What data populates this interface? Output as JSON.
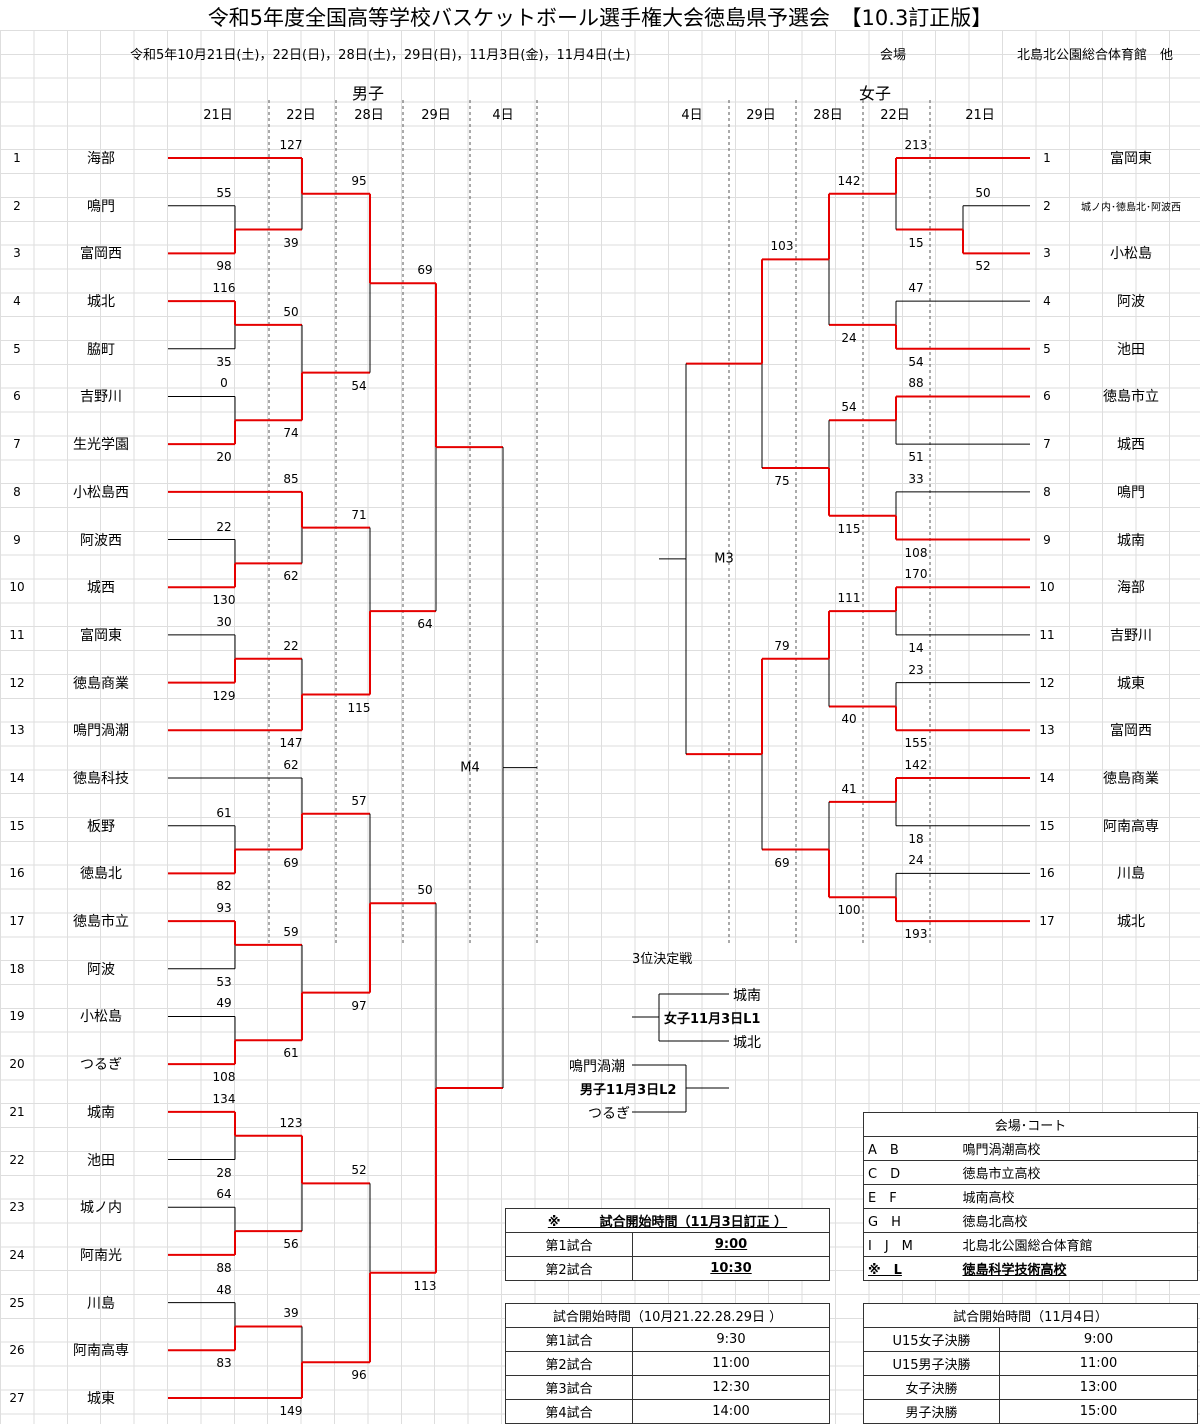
{
  "title": "令和5年度全国高等学校バスケットボール選手権大会徳島県予選会　【10.3訂正版】",
  "dates": "令和5年10月21日(土)，22日(日)，28日(土)，29日(日)，11月3日(金)，11月4日(土)",
  "venue_label": "会場",
  "venue_value": "北島北公園総合体育館　他",
  "colors": {
    "winner": "#e60000",
    "line": "#000000"
  },
  "men": {
    "label": "男子",
    "days": [
      "21日",
      "22日",
      "28日",
      "29日",
      "4日"
    ],
    "teams": [
      "海部",
      "鳴門",
      "富岡西",
      "城北",
      "脇町",
      "吉野川",
      "生光学園",
      "小松島西",
      "阿波西",
      "城西",
      "富岡東",
      "徳島商業",
      "鳴門渦潮",
      "徳島科技",
      "板野",
      "徳島北",
      "徳島市立",
      "阿波",
      "小松島",
      "つるぎ",
      "城南",
      "池田",
      "城ノ内",
      "阿南光",
      "川島",
      "阿南高専",
      "城東"
    ],
    "final_label": "M4",
    "bracket": {
      "r": 5,
      "m": [
        {
          "r": 4,
          "m": [
            {
              "r": 3,
              "m": [
                {
                  "r": 2,
                  "m": [
                    {
                      "t": 1
                    },
                    {
                      "r": 1,
                      "m": [
                        {
                          "t": 2
                        },
                        {
                          "t": 3
                        }
                      ],
                      "s": [
                        55,
                        98
                      ]
                    }
                  ],
                  "s": [
                    127,
                    39
                  ]
                },
                {
                  "r": 2,
                  "m": [
                    {
                      "r": 1,
                      "m": [
                        {
                          "t": 4
                        },
                        {
                          "t": 5
                        }
                      ],
                      "s": [
                        116,
                        35
                      ]
                    },
                    {
                      "r": 1,
                      "m": [
                        {
                          "t": 6
                        },
                        {
                          "t": 7
                        }
                      ],
                      "s": [
                        0,
                        20
                      ]
                    }
                  ],
                  "s": [
                    50,
                    74
                  ]
                }
              ],
              "s": [
                95,
                54
              ]
            },
            {
              "r": 3,
              "m": [
                {
                  "r": 2,
                  "m": [
                    {
                      "t": 8
                    },
                    {
                      "r": 1,
                      "m": [
                        {
                          "t": 9
                        },
                        {
                          "t": 10
                        }
                      ],
                      "s": [
                        22,
                        130
                      ]
                    }
                  ],
                  "s": [
                    85,
                    62
                  ]
                },
                {
                  "r": 2,
                  "m": [
                    {
                      "r": 1,
                      "m": [
                        {
                          "t": 11
                        },
                        {
                          "t": 12
                        }
                      ],
                      "s": [
                        30,
                        129
                      ]
                    },
                    {
                      "t": 13
                    }
                  ],
                  "s": [
                    22,
                    147
                  ]
                }
              ],
              "s": [
                71,
                115
              ]
            }
          ],
          "s": [
            69,
            64
          ]
        },
        {
          "r": 4,
          "m": [
            {
              "r": 3,
              "m": [
                {
                  "r": 2,
                  "m": [
                    {
                      "t": 14
                    },
                    {
                      "r": 1,
                      "m": [
                        {
                          "t": 15
                        },
                        {
                          "t": 16
                        }
                      ],
                      "s": [
                        61,
                        82
                      ]
                    }
                  ],
                  "s": [
                    62,
                    69
                  ]
                },
                {
                  "r": 2,
                  "m": [
                    {
                      "r": 1,
                      "m": [
                        {
                          "t": 17
                        },
                        {
                          "t": 18
                        }
                      ],
                      "s": [
                        93,
                        53
                      ]
                    },
                    {
                      "r": 1,
                      "m": [
                        {
                          "t": 19
                        },
                        {
                          "t": 20
                        }
                      ],
                      "s": [
                        49,
                        108
                      ]
                    }
                  ],
                  "s": [
                    59,
                    61
                  ]
                }
              ],
              "s": [
                57,
                97
              ]
            },
            {
              "r": 3,
              "m": [
                {
                  "r": 2,
                  "m": [
                    {
                      "r": 1,
                      "m": [
                        {
                          "t": 21
                        },
                        {
                          "t": 22
                        }
                      ],
                      "s": [
                        134,
                        28
                      ]
                    },
                    {
                      "r": 1,
                      "m": [
                        {
                          "t": 23
                        },
                        {
                          "t": 24
                        }
                      ],
                      "s": [
                        64,
                        88
                      ]
                    }
                  ],
                  "s": [
                    123,
                    56
                  ]
                },
                {
                  "r": 2,
                  "m": [
                    {
                      "r": 1,
                      "m": [
                        {
                          "t": 25
                        },
                        {
                          "t": 26
                        }
                      ],
                      "s": [
                        48,
                        83
                      ]
                    },
                    {
                      "t": 27
                    }
                  ],
                  "s": [
                    39,
                    149
                  ]
                }
              ],
              "s": [
                52,
                96
              ]
            }
          ],
          "s": [
            50,
            113
          ]
        }
      ]
    }
  },
  "women": {
    "label": "女子",
    "days": [
      "4日",
      "29日",
      "28日",
      "22日",
      "21日"
    ],
    "teams": [
      "富岡東",
      "城ノ内･徳島北･阿波西",
      "小松島",
      "阿波",
      "池田",
      "徳島市立",
      "城西",
      "鳴門",
      "城南",
      "海部",
      "吉野川",
      "城東",
      "富岡西",
      "徳島商業",
      "阿南高専",
      "川島",
      "城北"
    ],
    "final_label": "M3",
    "bracket": {
      "r": 5,
      "m": [
        {
          "r": 4,
          "m": [
            {
              "r": 3,
              "m": [
                {
                  "r": 2,
                  "m": [
                    {
                      "t": 1
                    },
                    {
                      "r": 1,
                      "m": [
                        {
                          "t": 2
                        },
                        {
                          "t": 3
                        }
                      ],
                      "s": [
                        50,
                        52
                      ]
                    }
                  ],
                  "s": [
                    213,
                    15
                  ]
                },
                {
                  "r": 2,
                  "m": [
                    {
                      "t": 4
                    },
                    {
                      "t": 5
                    }
                  ],
                  "s": [
                    47,
                    54
                  ]
                }
              ],
              "s": [
                142,
                24
              ]
            },
            {
              "r": 3,
              "m": [
                {
                  "r": 2,
                  "m": [
                    {
                      "t": 6
                    },
                    {
                      "t": 7
                    }
                  ],
                  "s": [
                    88,
                    51
                  ]
                },
                {
                  "r": 2,
                  "m": [
                    {
                      "t": 8
                    },
                    {
                      "t": 9
                    }
                  ],
                  "s": [
                    33,
                    108
                  ]
                }
              ],
              "s": [
                54,
                115
              ]
            }
          ],
          "s": [
            103,
            75
          ]
        },
        {
          "r": 4,
          "m": [
            {
              "r": 3,
              "m": [
                {
                  "r": 2,
                  "m": [
                    {
                      "t": 10
                    },
                    {
                      "t": 11
                    }
                  ],
                  "s": [
                    170,
                    14
                  ]
                },
                {
                  "r": 2,
                  "m": [
                    {
                      "t": 12
                    },
                    {
                      "t": 13
                    }
                  ],
                  "s": [
                    23,
                    155
                  ]
                }
              ],
              "s": [
                111,
                40
              ]
            },
            {
              "r": 3,
              "m": [
                {
                  "r": 2,
                  "m": [
                    {
                      "t": 14
                    },
                    {
                      "t": 15
                    }
                  ],
                  "s": [
                    142,
                    18
                  ]
                },
                {
                  "r": 2,
                  "m": [
                    {
                      "t": 16
                    },
                    {
                      "t": 17
                    }
                  ],
                  "s": [
                    24,
                    193
                  ]
                }
              ],
              "s": [
                41,
                100
              ]
            }
          ],
          "s": [
            79,
            69
          ]
        }
      ]
    }
  },
  "third_place": {
    "title": "3位決定戦",
    "women": {
      "label": "女子11月3日L1",
      "top": "城南",
      "bottom": "城北"
    },
    "men": {
      "label": "男子11月3日L2",
      "top": "鳴門渦潮",
      "bottom": "つるぎ"
    }
  },
  "schedule_nov3": {
    "header": "※　　　試合開始時間（11月3日訂正 ）",
    "rows": [
      [
        "第1試合",
        "9:00"
      ],
      [
        "第2試合",
        "10:30"
      ]
    ]
  },
  "schedule_oct": {
    "header": "試合開始時間（10月21.22.28.29日 ）",
    "rows": [
      [
        "第1試合",
        "9:30"
      ],
      [
        "第2試合",
        "11:00"
      ],
      [
        "第3試合",
        "12:30"
      ],
      [
        "第4試合",
        "14:00"
      ]
    ]
  },
  "venues": {
    "header": "会場･コート",
    "rows": [
      [
        "A　B",
        "鳴門渦潮高校"
      ],
      [
        "C　D",
        "徳島市立高校"
      ],
      [
        "E　F",
        "城南高校"
      ],
      [
        "G　H",
        "徳島北高校"
      ],
      [
        "I　J　M",
        "北島北公園総合体育館"
      ],
      [
        "※　L",
        "徳島科学技術高校"
      ]
    ]
  },
  "schedule_nov4": {
    "header": "試合開始時間（11月4日）",
    "rows": [
      [
        "U15女子決勝",
        "9:00"
      ],
      [
        "U15男子決勝",
        "11:00"
      ],
      [
        "女子決勝",
        "13:00"
      ],
      [
        "男子決勝",
        "15:00"
      ]
    ]
  }
}
